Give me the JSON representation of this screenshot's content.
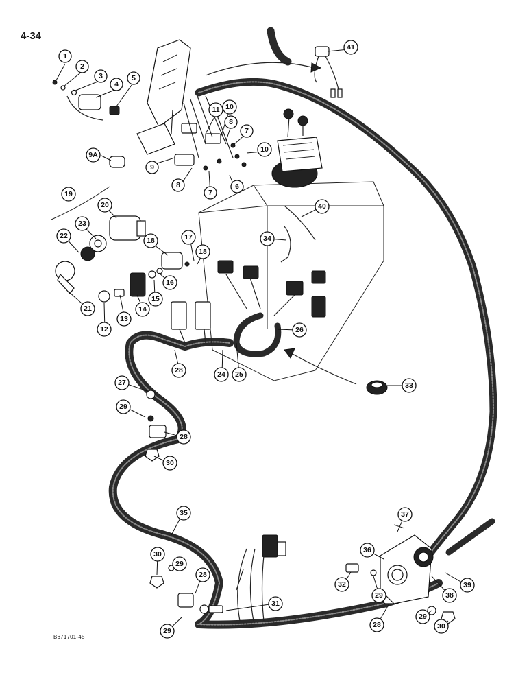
{
  "page": {
    "number": "4-34",
    "figure_code": "B671701-45"
  },
  "callouts": [
    {
      "label": "1"
    },
    {
      "label": "2"
    },
    {
      "label": "3"
    },
    {
      "label": "4"
    },
    {
      "label": "5"
    },
    {
      "label": "11"
    },
    {
      "label": "10"
    },
    {
      "label": "8"
    },
    {
      "label": "7"
    },
    {
      "label": "10"
    },
    {
      "label": "9A"
    },
    {
      "label": "9"
    },
    {
      "label": "8"
    },
    {
      "label": "7"
    },
    {
      "label": "6"
    },
    {
      "label": "41"
    },
    {
      "label": "19"
    },
    {
      "label": "20"
    },
    {
      "label": "23"
    },
    {
      "label": "22"
    },
    {
      "label": "18"
    },
    {
      "label": "17"
    },
    {
      "label": "18"
    },
    {
      "label": "16"
    },
    {
      "label": "15"
    },
    {
      "label": "14"
    },
    {
      "label": "13"
    },
    {
      "label": "12"
    },
    {
      "label": "21"
    },
    {
      "label": "40"
    },
    {
      "label": "34"
    },
    {
      "label": "26"
    },
    {
      "label": "28"
    },
    {
      "label": "24"
    },
    {
      "label": "25"
    },
    {
      "label": "33"
    },
    {
      "label": "27"
    },
    {
      "label": "29"
    },
    {
      "label": "28"
    },
    {
      "label": "30"
    },
    {
      "label": "35"
    },
    {
      "label": "37"
    },
    {
      "label": "36"
    },
    {
      "label": "30"
    },
    {
      "label": "29"
    },
    {
      "label": "28"
    },
    {
      "label": "32"
    },
    {
      "label": "29"
    },
    {
      "label": "38"
    },
    {
      "label": "39"
    },
    {
      "label": "31"
    },
    {
      "label": "29"
    },
    {
      "label": "28"
    },
    {
      "label": "29"
    },
    {
      "label": "30"
    }
  ]
}
